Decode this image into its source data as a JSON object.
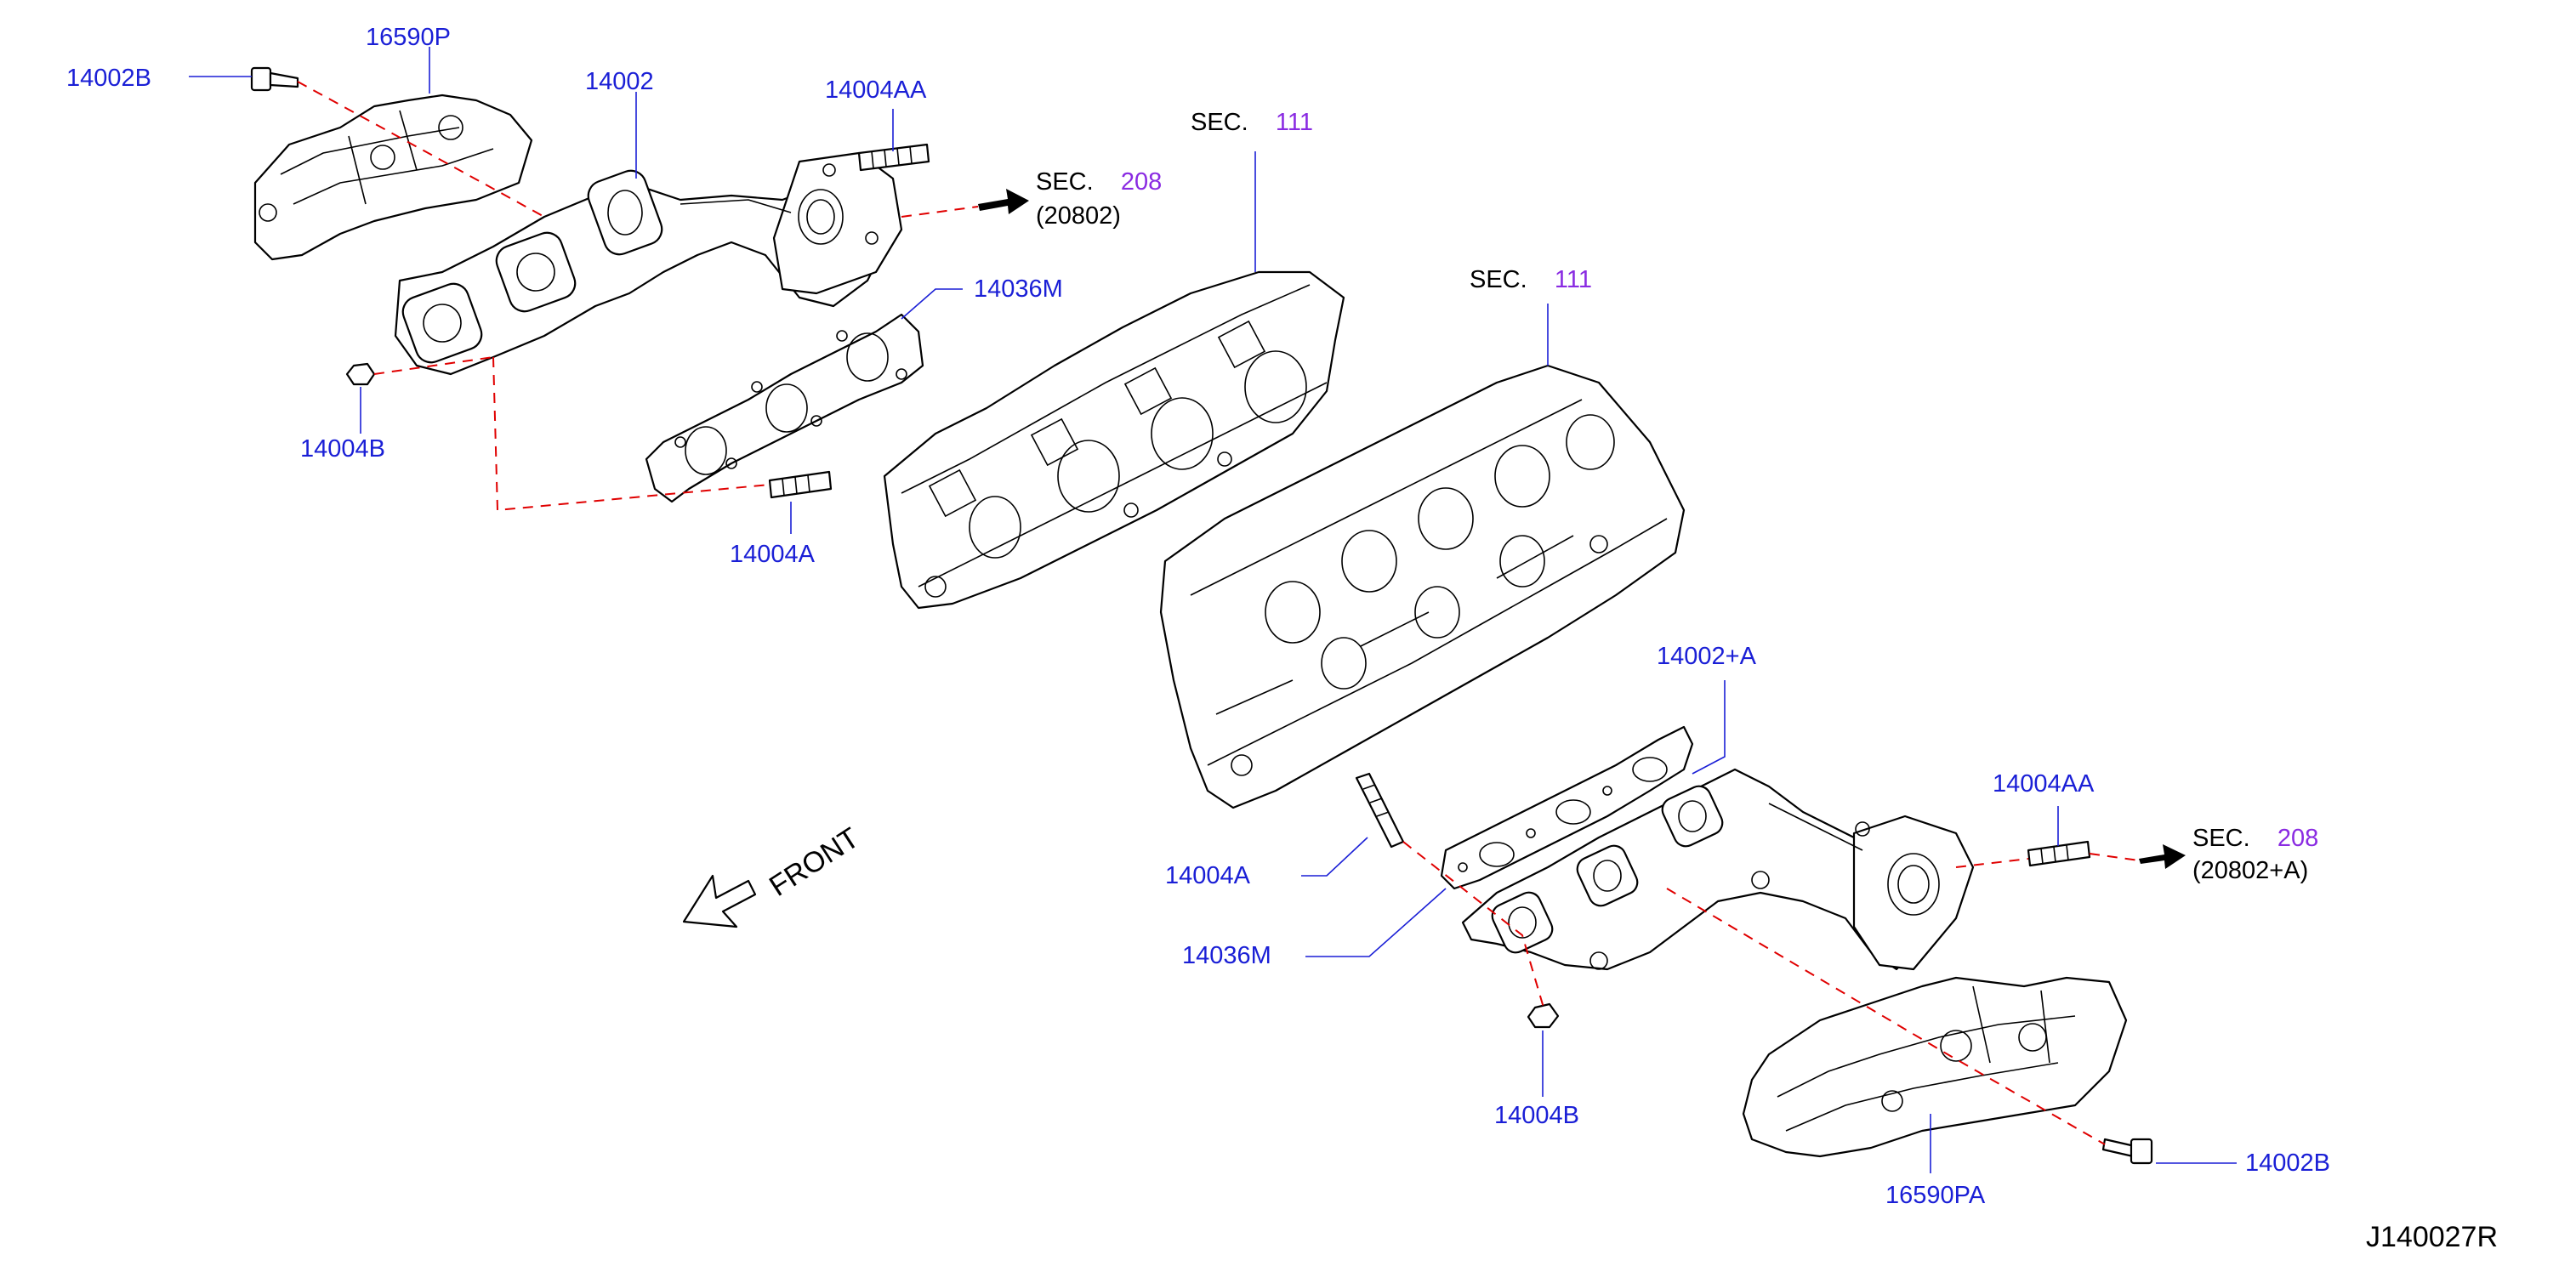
{
  "diagram": {
    "code": "J140027R",
    "front_label": "FRONT",
    "parts": {
      "p1": "14002B",
      "p2": "16590P",
      "p3": "14002",
      "p4": "14004AA",
      "p5": "14036M",
      "p6": "14004B",
      "p7": "14004A",
      "p8": "14002+A",
      "p9": "14004AA",
      "p10": "14004A",
      "p11": "14036M",
      "p12": "14004B",
      "p13": "14002B",
      "p14": "16590PA"
    },
    "sections": {
      "s1": {
        "prefix": "SEC.",
        "num": "111"
      },
      "s2": {
        "prefix": "SEC.",
        "num": "111"
      },
      "s3": {
        "prefix": "SEC.",
        "num": "208",
        "sub": "(20802)"
      },
      "s4": {
        "prefix": "SEC.",
        "num": "208",
        "sub": "(20802+A)"
      }
    },
    "colors": {
      "part_number": "#1a1fd6",
      "section_number": "#8a2be2",
      "dash_line": "#e00000"
    }
  }
}
